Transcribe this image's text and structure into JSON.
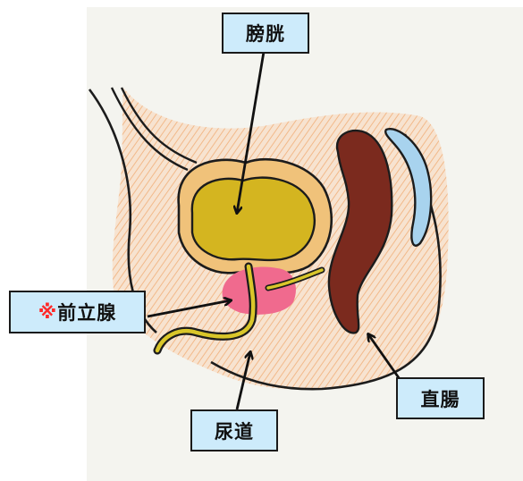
{
  "labels": {
    "bladder": "膀胱",
    "prostate_mark": "※",
    "prostate": "前立腺",
    "urethra": "尿道",
    "rectum": "直腸"
  },
  "colors": {
    "label_background": "#cdebfb",
    "prostate_mark": "#ff2a2a",
    "bladder_fill": "#d4b520",
    "bladder_wall": "#f0c27a",
    "prostate_fill": "#f06a8e",
    "rectum_fill": "#7b2a1e",
    "urethra_fill": "#d9c62a",
    "pubic_bone_blue": "#a8d3ee",
    "tissue_hatch": "#f2b98a"
  }
}
